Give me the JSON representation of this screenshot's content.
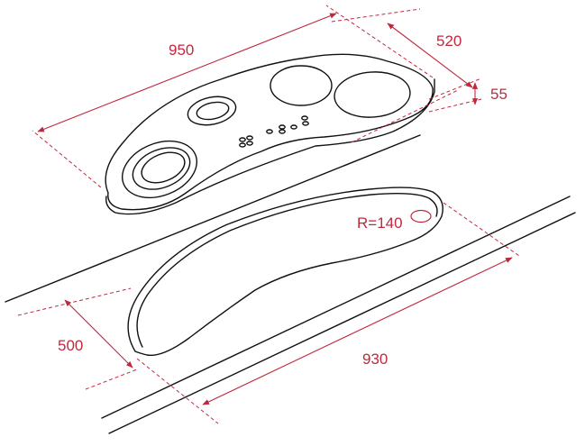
{
  "dimensions": {
    "width_hob": "950",
    "depth_hob": "520",
    "height_hob": "55",
    "depth_cutout": "500",
    "width_cutout": "930",
    "radius_cutout": "R=140"
  },
  "colors": {
    "dimension": "#c0293d",
    "outline": "#111111",
    "background": "#ffffff"
  }
}
